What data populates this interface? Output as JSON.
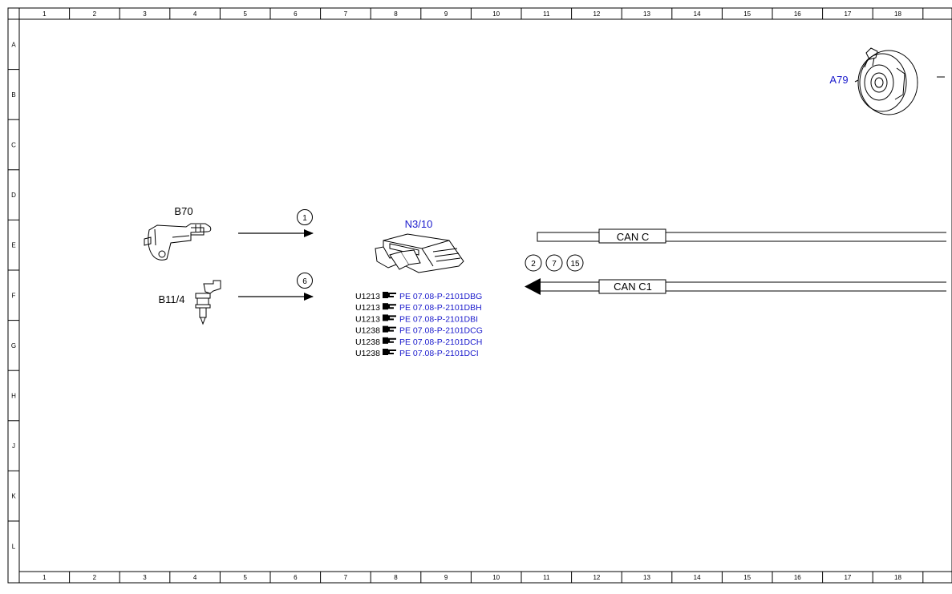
{
  "ruler": {
    "columns": [
      "1",
      "2",
      "3",
      "4",
      "5",
      "6",
      "7",
      "8",
      "9",
      "10",
      "11",
      "12",
      "13",
      "14",
      "15",
      "16",
      "17",
      "18"
    ],
    "rows": [
      "A",
      "B",
      "C",
      "D",
      "E",
      "F",
      "G",
      "H",
      "J",
      "K",
      "L"
    ]
  },
  "components": {
    "b70": {
      "label": "B70"
    },
    "b11_4": {
      "label": "B11/4"
    },
    "n3_10": {
      "label": "N3/10"
    },
    "a79": {
      "label": "A79"
    }
  },
  "signals": {
    "b70_to_n3": {
      "bubble": "1"
    },
    "b11_to_n3": {
      "bubble": "6"
    }
  },
  "can_bus": {
    "can_c": {
      "label": "CAN C"
    },
    "can_c1": {
      "label": "CAN C1"
    },
    "bubbles": [
      "2",
      "7",
      "15"
    ]
  },
  "fault_codes": [
    {
      "code": "U1213",
      "ref": "PE 07.08-P-2101DBG"
    },
    {
      "code": "U1213",
      "ref": "PE 07.08-P-2101DBH"
    },
    {
      "code": "U1213",
      "ref": "PE 07.08-P-2101DBI"
    },
    {
      "code": "U1238",
      "ref": "PE 07.08-P-2101DCG"
    },
    {
      "code": "U1238",
      "ref": "PE 07.08-P-2101DCH"
    },
    {
      "code": "U1238",
      "ref": "PE 07.08-P-2101DCI"
    }
  ],
  "colors": {
    "link_blue": "#1a1acc",
    "line": "#000000"
  }
}
